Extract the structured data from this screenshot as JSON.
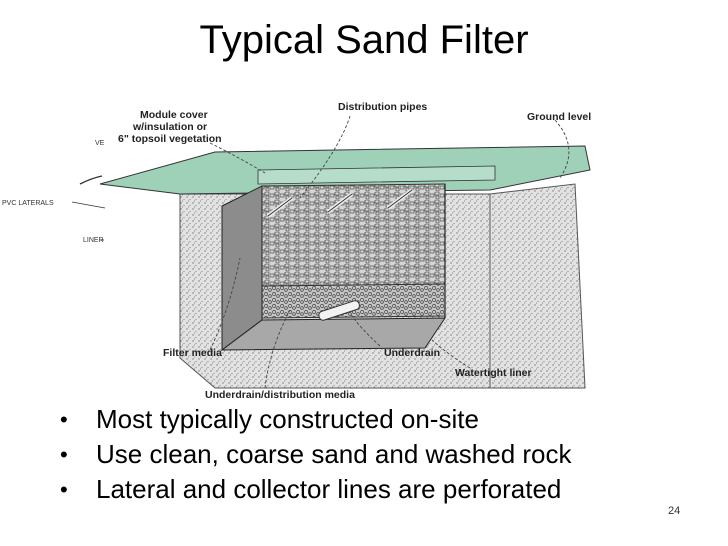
{
  "slide": {
    "title": "Typical Sand Filter",
    "page_number": "24"
  },
  "diagram": {
    "labels": {
      "module_cover_1": "Module cover",
      "module_cover_2": "w/insulation or",
      "module_cover_3": "6\" topsoil vegetation",
      "distribution_pipes": "Distribution pipes",
      "ground_level": "Ground level",
      "vent": "VE",
      "pvc_laterals": "PVC LATERALS",
      "liner": "LINER",
      "filter_media": "Filter media",
      "underdrain": "Underdrain",
      "watertight_liner": "Watertight liner",
      "underdrain_distribution_media": "Underdrain/distribution media"
    }
  },
  "bullets": [
    "Most typically constructed on-site",
    "Use clean, coarse sand and washed rock",
    "Lateral and collector lines are perforated"
  ],
  "colors": {
    "cover_green": "#9fd1b8",
    "soil_gray": "#d4d4d4",
    "media_gray": "#b9b9b9",
    "liner_gray": "#8c8c8c"
  }
}
